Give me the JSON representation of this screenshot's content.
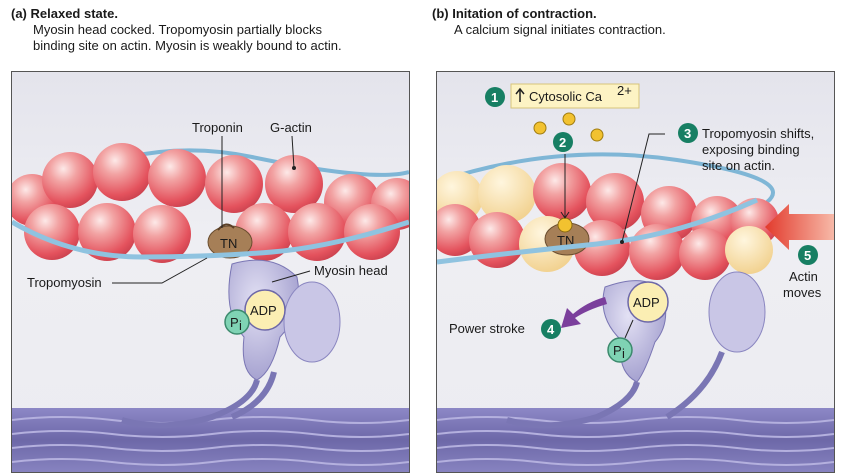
{
  "panel_a": {
    "title": "(a) Relaxed state.",
    "description_lines": [
      "Myosin head cocked. Tropomyosin partially blocks",
      "binding site on actin. Myosin is weakly bound to actin."
    ],
    "labels": {
      "troponin": "Troponin",
      "g_actin": "G-actin",
      "tn": "TN",
      "myosin_head": "Myosin head",
      "tropomyosin": "Tropomyosin",
      "adp": "ADP",
      "pi_base": "P",
      "pi_sub": "i"
    }
  },
  "panel_b": {
    "title": "(b) Initation of contraction.",
    "description_lines": [
      "A calcium signal initiates contraction."
    ],
    "labels": {
      "cytosolic_ca": "Cytosolic Ca",
      "ca_superscript": "2+",
      "tn": "TN",
      "tropomyosin_shift_lines": [
        "Tropomyosin shifts,",
        "exposing binding",
        "site on actin."
      ],
      "actin_moves_lines": [
        "Actin",
        "moves"
      ],
      "power_stroke": "Power stroke",
      "adp": "ADP",
      "pi_base": "P",
      "pi_sub": "i"
    },
    "steps": [
      "1",
      "2",
      "3",
      "4",
      "5"
    ]
  },
  "colors": {
    "actin_red": "#e8606a",
    "actin_cream": "#f6dca6",
    "tropomyosin": "#8fc3e0",
    "troponin": "#b08a62",
    "myosin": "#a9a6d2",
    "myosin_dark": "#6d68a8",
    "adp_fill": "#fbeeb3",
    "pi_fill": "#7fd3b4",
    "step_green": "#177f63",
    "calcium": "#f2c230",
    "arrow_red": "#e23a2c",
    "arrow_purple": "#7b3f9c"
  }
}
